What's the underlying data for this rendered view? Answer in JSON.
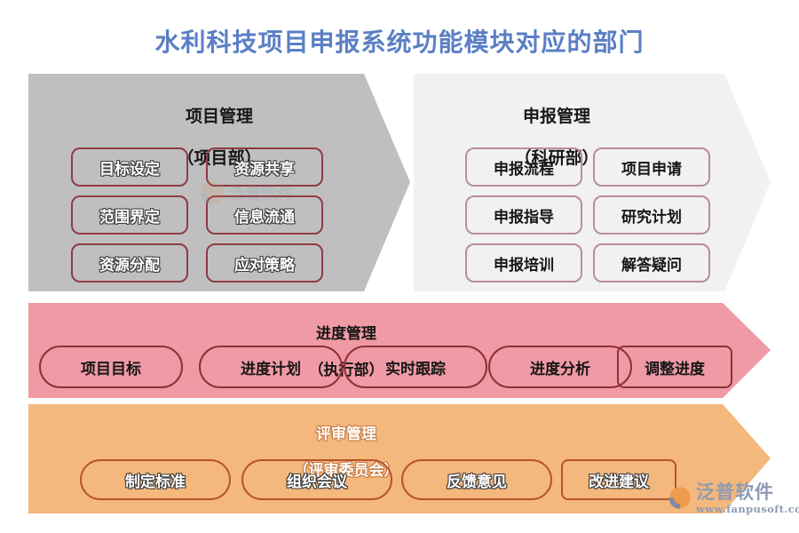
{
  "title": "水利科技项目申报系统功能模块对应的部门",
  "colors": {
    "title": "#5b7fc4",
    "band_gray": "#bfbfbf",
    "band_lightgray": "#f1f1f1",
    "band_pink": "#ef9aa4",
    "band_orange": "#f4b77c",
    "node_border_gray": "#8f3b44",
    "node_border_pink": "#8f2f3a",
    "node_border_orange": "#b5542c",
    "logo": "#8f9bb3",
    "logo_mark": "#ef9a4c"
  },
  "bands": [
    {
      "id": "project-management",
      "heading": "项目管理",
      "subheading": "（项目部）",
      "nodes": [
        "目标设定",
        "资源共享",
        "范围界定",
        "信息流通",
        "资源分配",
        "应对策略"
      ]
    },
    {
      "id": "declaration-management",
      "heading": "申报管理",
      "subheading": "（科研部）",
      "nodes": [
        "申报流程",
        "项目申请",
        "申报指导",
        "研究计划",
        "申报培训",
        "解答疑问"
      ]
    },
    {
      "id": "progress-management",
      "heading": "进度管理",
      "subheading": "（执行部）",
      "nodes": [
        "项目目标",
        "进度计划",
        "实时跟踪",
        "进度分析",
        "调整进度"
      ]
    },
    {
      "id": "review-management",
      "heading": "评审管理",
      "subheading": "（评审委员会）",
      "nodes": [
        "制定标准",
        "组织会议",
        "反馈意见",
        "改进建议"
      ]
    }
  ],
  "logo": {
    "name": "泛普软件",
    "url": "www.fanpusoft.com",
    "mark_icon": "circular-swoosh-icon"
  },
  "watermark": {
    "text": "泛普软件"
  }
}
